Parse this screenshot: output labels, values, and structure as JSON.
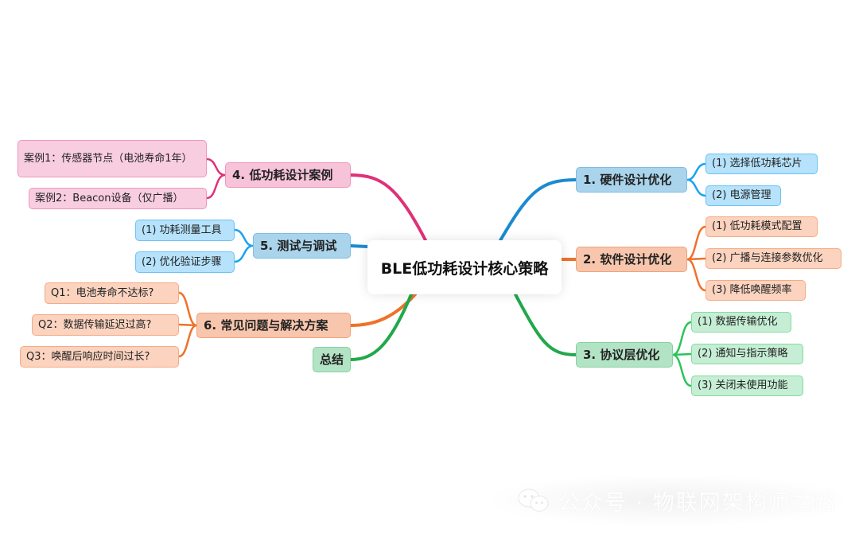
{
  "center": {
    "title": "BLE低功耗设计核心策略"
  },
  "branches": {
    "hardware": {
      "label": "1. 硬件设计优化",
      "children": [
        "(1) 选择低功耗芯片",
        "(2) 电源管理"
      ],
      "color": "#1b8ad0"
    },
    "software": {
      "label": "2. 软件设计优化",
      "children": [
        "(1) 低功耗模式配置",
        "(2) 广播与连接参数优化",
        "(3) 降低唤醒频率"
      ],
      "color": "#f0712a"
    },
    "protocol": {
      "label": "3. 协议层优化",
      "children": [
        "(1) 数据传输优化",
        "(2) 通知与指示策略",
        "(3) 关闭未使用功能"
      ],
      "color": "#22a84a"
    },
    "cases": {
      "label": "4. 低功耗设计案例",
      "children": [
        "案例1：传感器节点（电池寿命1年）",
        "案例2：Beacon设备（仅广播）"
      ],
      "color": "#e0307a"
    },
    "testing": {
      "label": "5. 测试与调试",
      "children": [
        "(1) 功耗测量工具",
        "(2) 优化验证步骤"
      ],
      "color": "#1b8ad0"
    },
    "faq": {
      "label": "6. 常见问题与解决方案",
      "children": [
        "Q1：电池寿命不达标?",
        "Q2：数据传输延迟过高?",
        "Q3：唤醒后响应时间过长?"
      ],
      "color": "#f0712a"
    },
    "summary": {
      "label": "总结",
      "color": "#22a84a"
    }
  },
  "watermark": {
    "text": "公众号 · 物联网架构师之路",
    "icon": "wechat-icon"
  }
}
